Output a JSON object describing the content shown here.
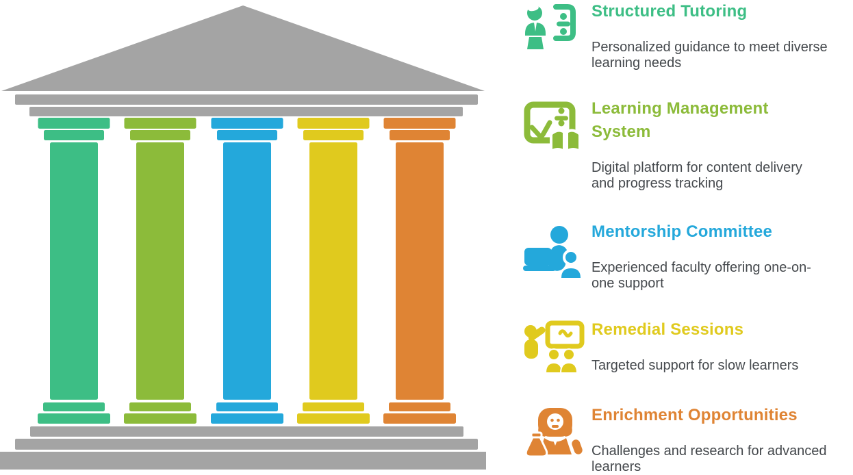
{
  "temple": {
    "structure_color": "#A4A4A4",
    "pillar_colors": [
      "#3DBE85",
      "#8CBB3A",
      "#24A8DB",
      "#E0CA1E",
      "#DF8434"
    ]
  },
  "legend": {
    "description_color": "#45494D",
    "items": [
      {
        "title": "Structured Tutoring",
        "description": "Personalized guidance to meet diverse\nlearning needs",
        "color": "#3DBE85",
        "icon": "person-presenting-board-icon"
      },
      {
        "title": "Learning Management\nSystem",
        "description": "Digital platform for content delivery\nand progress tracking",
        "color": "#8CBB3A",
        "icon": "screen-arrow-book-icon"
      },
      {
        "title": "Mentorship Committee",
        "description": "Experienced faculty offering one-on-\none support",
        "color": "#24A8DB",
        "icon": "mentor-with-laptop-icon"
      },
      {
        "title": "Remedial Sessions",
        "description": "Targeted support for slow learners",
        "color": "#E0CA1E",
        "icon": "presenter-with-audience-icon"
      },
      {
        "title": "Enrichment Opportunities",
        "description": "Challenges and research for advanced\nlearners",
        "color": "#DF8434",
        "icon": "scientist-with-flask-icon"
      }
    ]
  }
}
